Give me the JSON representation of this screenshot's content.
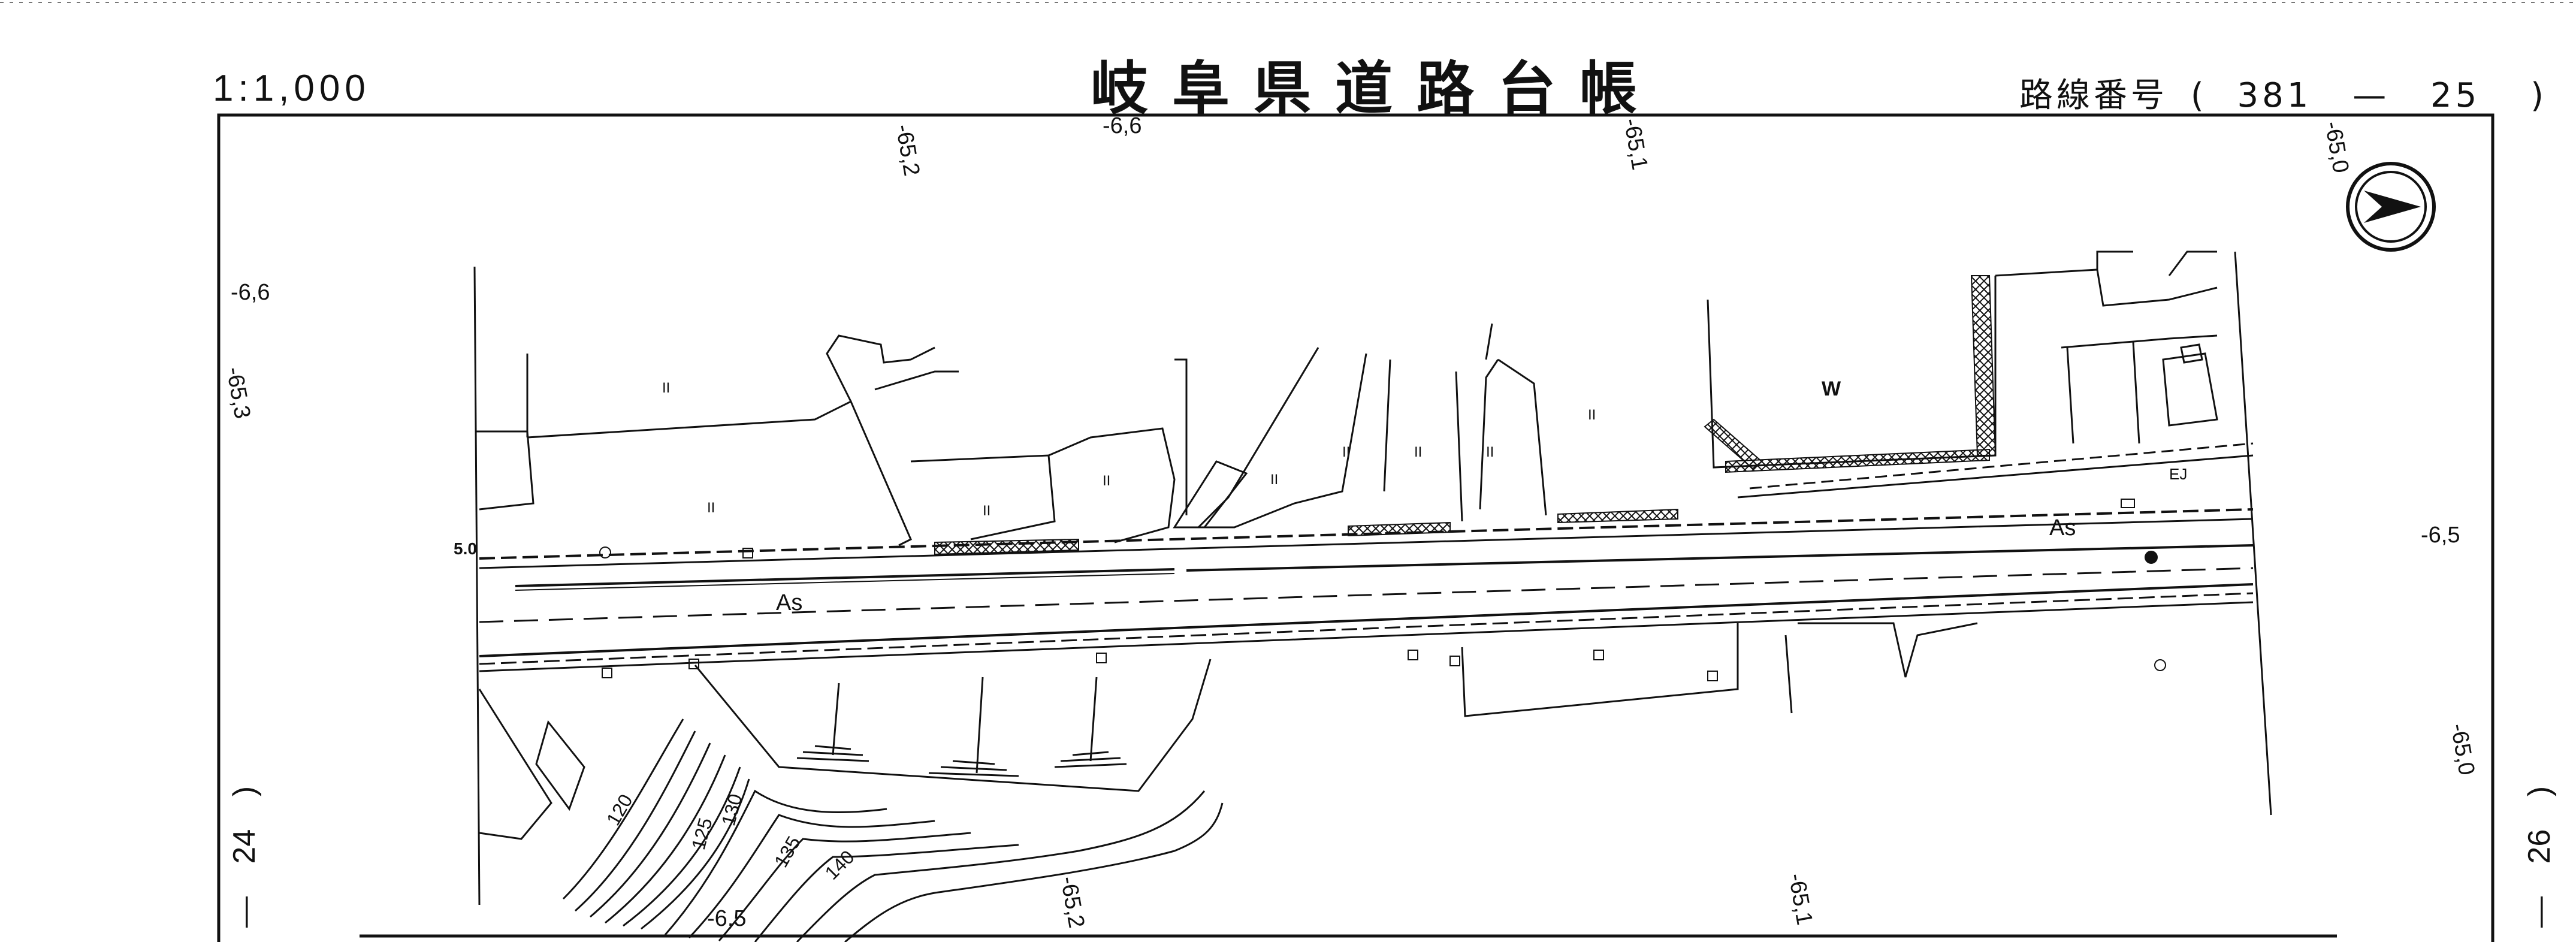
{
  "header": {
    "scale": "1:1,000",
    "title": "岐阜県道路台帳",
    "route_label": "路線番号",
    "route_open": "(",
    "route_number": "381",
    "route_dash": "—",
    "route_sheet": "25",
    "route_close": ")"
  },
  "margins": {
    "left_page": "24",
    "left_bracket": ")",
    "left_dash": "—",
    "right_page": "26",
    "right_bracket": ")",
    "right_dash": "—"
  },
  "map_labels": {
    "grid_top_1": "-6,6",
    "grid_top_2": "-65,2",
    "grid_top_3": "-65,1",
    "grid_top_4": "-65,0",
    "grid_left_1": "-6,6",
    "grid_left_2": "-65,3",
    "grid_right_1": "-6,5",
    "grid_right_2": "-65,0",
    "grid_bottom_1": "-6,5",
    "grid_bottom_2": "-65,2",
    "grid_bottom_3": "-65,1",
    "elev_start": "5.0",
    "road_surface_1": "As",
    "road_surface_2": "As",
    "land_w": "W",
    "land_paddy": "II",
    "ej": "EJ",
    "contour_120": "120",
    "contour_125": "125",
    "contour_130": "130",
    "contour_135": "135",
    "contour_140": "140"
  },
  "colors": {
    "ink": "#111111",
    "paper": "#ffffff"
  },
  "icons": {
    "north_arrow": "north-arrow-icon"
  }
}
